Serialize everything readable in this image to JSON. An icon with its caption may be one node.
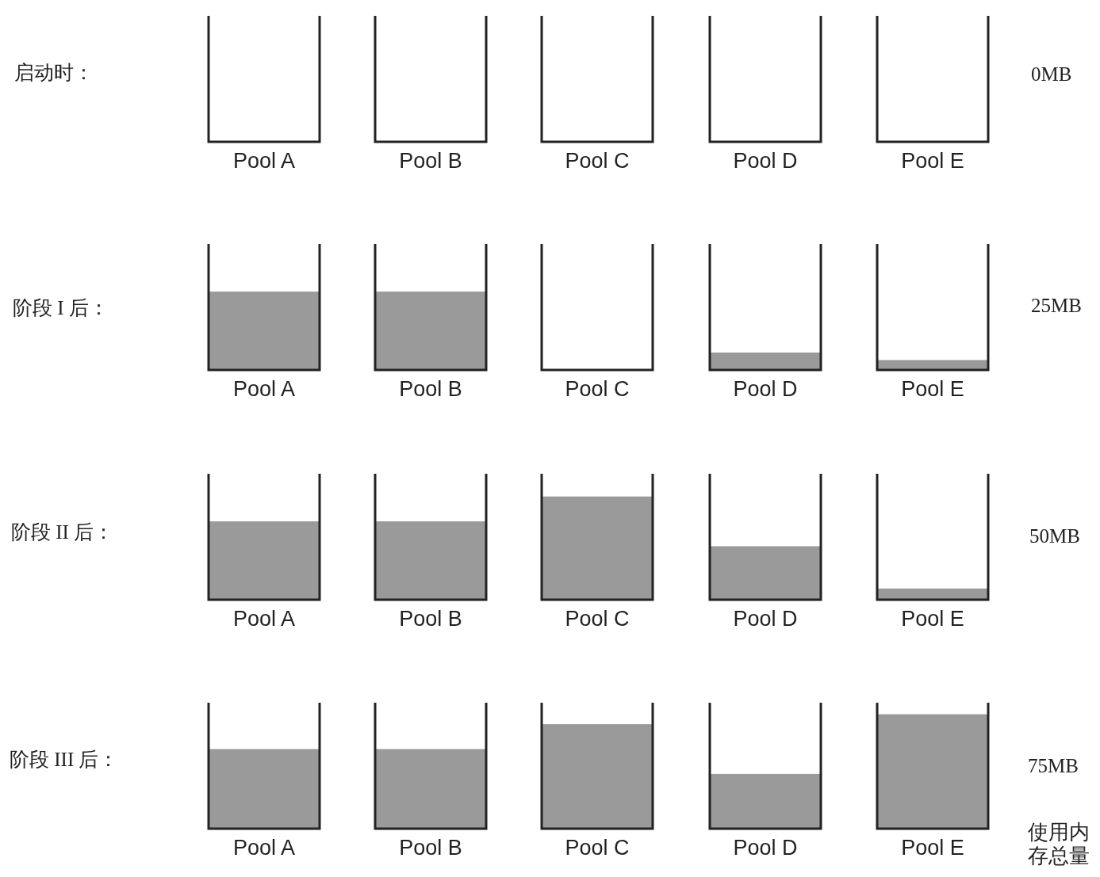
{
  "diagram": {
    "nodes": [
      {
        "text": [
          "Pool A"
        ]
      },
      {
        "text": [
          "Pool B"
        ]
      },
      {
        "text": [
          "Pool C"
        ]
      },
      {
        "text": [
          "Pool D"
        ]
      },
      {
        "text": [
          "Pool E"
        ]
      },
      {
        "text": [
          "Pool A"
        ]
      },
      {
        "text": [
          "Pool B"
        ]
      },
      {
        "text": [
          "Pool C"
        ]
      },
      {
        "text": [
          "Pool D"
        ]
      },
      {
        "text": [
          "Pool E"
        ]
      },
      {
        "text": [
          "Pool A"
        ]
      },
      {
        "text": [
          "Pool B"
        ]
      },
      {
        "text": [
          "Pool C"
        ]
      },
      {
        "text": [
          "Pool D"
        ]
      },
      {
        "text": [
          "Pool E"
        ]
      },
      {
        "text": [
          "Pool A"
        ]
      },
      {
        "text": [
          "Pool B"
        ]
      },
      {
        "text": [
          "Pool C"
        ]
      },
      {
        "text": [
          "Pool D"
        ]
      },
      {
        "text": [
          "Pool E"
        ]
      }
    ],
    "labels": [
      "启动时：",
      "0MB",
      "阶段 I 后：",
      "25MB",
      "阶段 II 后：",
      "50MB",
      "阶段 III 后：",
      "75MB",
      "使用内存总量"
    ]
  }
}
